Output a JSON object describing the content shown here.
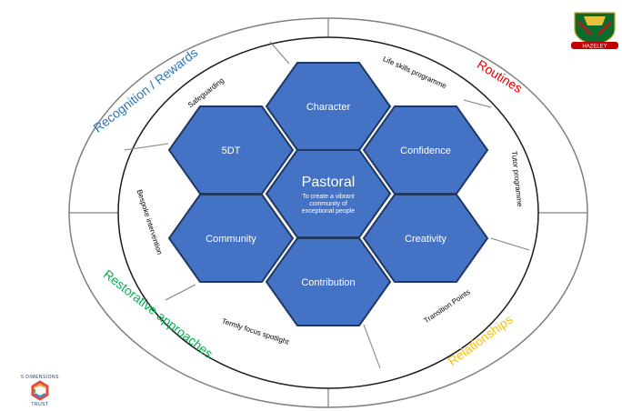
{
  "center": {
    "title": "Pastoral",
    "subtitle_lines": [
      "To create a vibrant",
      "community of",
      "exceptional people"
    ]
  },
  "hexagons": [
    {
      "label": "Character"
    },
    {
      "label": "5DT"
    },
    {
      "label": "Confidence"
    },
    {
      "label": "Community"
    },
    {
      "label": "Creativity"
    },
    {
      "label": "Contribution"
    }
  ],
  "inner_ring": {
    "safeguarding": "Safeguarding",
    "life_skills": "Life skills programme",
    "tutor": "Tutor programme",
    "bespoke": "Bespoke intervention",
    "termly": "Termly focus spotlight",
    "transition": "Transition Points"
  },
  "outer_ring": {
    "recognition": "Recognition / Rewards",
    "routines": "Routines",
    "restorative": "Restorative approaches",
    "relationships": "Relationships"
  },
  "logos": {
    "school_crest_text": "HAZELEY",
    "trust_top": "5 DIMENSIONS",
    "trust_bottom": "TRUST"
  },
  "colors": {
    "hex_fill": "#4472c4",
    "hex_stroke": "#1f3864",
    "recognition": "#2e75b6",
    "routines": "#e00000",
    "restorative": "#00b050",
    "relationships": "#ffc000"
  }
}
